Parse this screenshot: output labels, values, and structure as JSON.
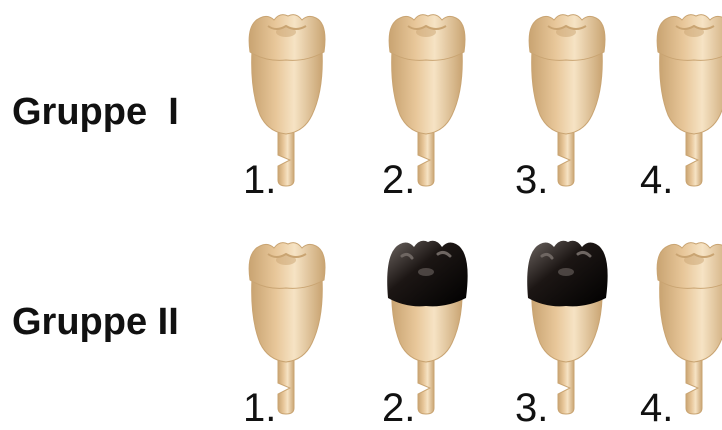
{
  "groups": [
    {
      "label": "Gruppe  I",
      "teeth": [
        {
          "number": "1.",
          "crown": "natural"
        },
        {
          "number": "2.",
          "crown": "natural"
        },
        {
          "number": "3.",
          "crown": "natural"
        },
        {
          "number": "4.",
          "crown": "natural"
        }
      ]
    },
    {
      "label": "Gruppe II",
      "teeth": [
        {
          "number": "1.",
          "crown": "natural"
        },
        {
          "number": "2.",
          "crown": "black-cap"
        },
        {
          "number": "3.",
          "crown": "black-cap"
        },
        {
          "number": "4.",
          "crown": "natural"
        }
      ]
    }
  ],
  "colors": {
    "tooth": "#e8c79a",
    "tooth_shade": "#c9a472",
    "tooth_highlight": "#f6e3c4",
    "cap": "#1c1614",
    "cap_highlight": "#6e6662",
    "text": "#111111"
  }
}
